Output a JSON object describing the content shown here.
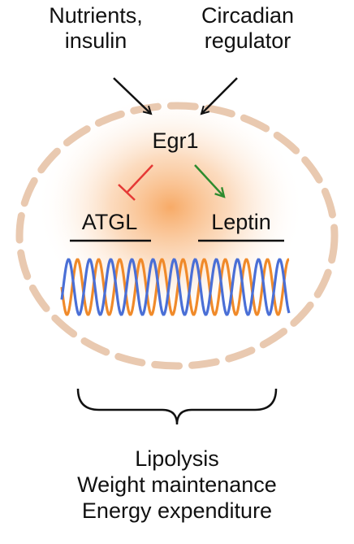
{
  "inputs": {
    "nutrients": [
      "Nutrients,",
      "insulin"
    ],
    "circadian": [
      "Circadian",
      "regulator"
    ]
  },
  "regulator": "Egr1",
  "genes": {
    "atgl": "ATGL",
    "leptin": "Leptin"
  },
  "outcomes": [
    "Lipolysis",
    "Weight maintenance",
    "Energy expenditure"
  ],
  "colors": {
    "inhibition": "#e53935",
    "activation": "#2e8b2e",
    "dna_strand_a": "#f08a2a",
    "dna_strand_b": "#4a6fd6",
    "nucleus_envelope": "#e9c9b0",
    "nucleus_glow": "#f7a65f"
  },
  "edges": [
    {
      "from": "Nutrients, insulin",
      "to": "Egr1",
      "type": "activation"
    },
    {
      "from": "Circadian regulator",
      "to": "Egr1",
      "type": "activation"
    },
    {
      "from": "Egr1",
      "to": "ATGL",
      "type": "inhibition"
    },
    {
      "from": "Egr1",
      "to": "Leptin",
      "type": "activation"
    }
  ]
}
